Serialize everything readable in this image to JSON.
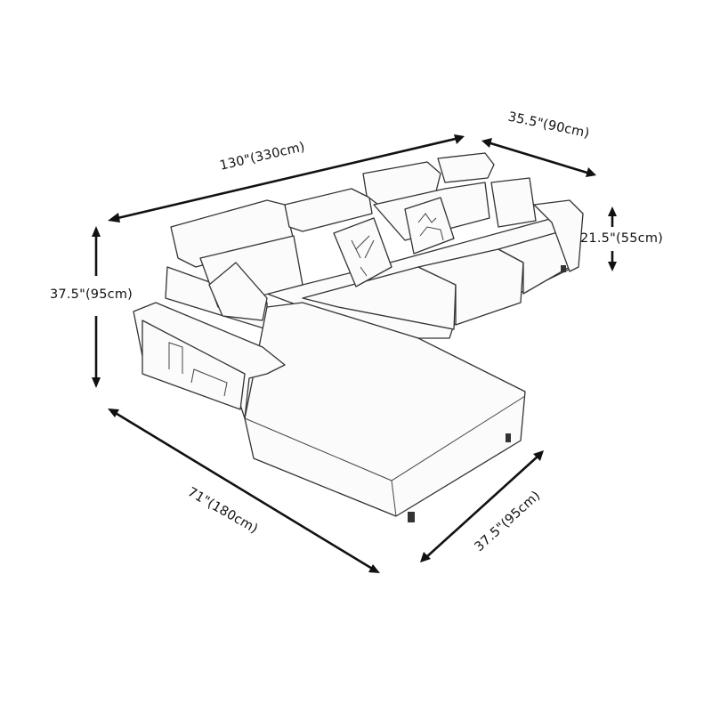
{
  "diagram": {
    "subject": "L-shaped sectional sofa with chaise, adjustable headrests and side storage pocket",
    "style": "pencil line drawing on white",
    "colors": {
      "background": "#ffffff",
      "line": "#111111",
      "sofa_fill": "#fbfbfb"
    }
  },
  "dimensions": {
    "overall_length": {
      "label": "130\"(330cm)",
      "inches": 130,
      "cm": 330
    },
    "seat_depth": {
      "label": "35.5\"(90cm)",
      "inches": 35.5,
      "cm": 90
    },
    "seat_height": {
      "label": "21.5\"(55cm)",
      "inches": 21.5,
      "cm": 55
    },
    "overall_height": {
      "label": "37.5\"(95cm)",
      "inches": 37.5,
      "cm": 95
    },
    "chaise_length": {
      "label": "71\"(180cm)",
      "inches": 71,
      "cm": 180
    },
    "chaise_width": {
      "label": "37.5\"(95cm)",
      "inches": 37.5,
      "cm": 95
    }
  },
  "features": {
    "pillows": [
      "plain-pillow-left",
      "deer-antler-pillow",
      "reindeer-pillow",
      "plain-pillow-right"
    ],
    "armrest_storage": "side pocket with items"
  }
}
